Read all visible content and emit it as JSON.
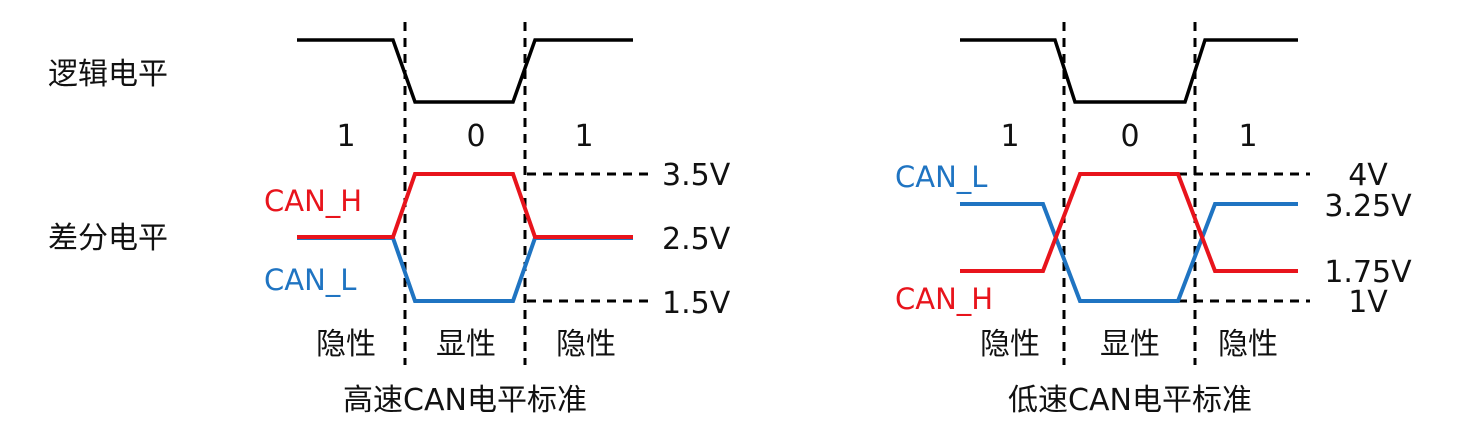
{
  "colors": {
    "logic": "#000000",
    "can_h": "#e8141c",
    "can_l": "#1f74c2",
    "guide": "#000000"
  },
  "row_labels": {
    "logic": "逻辑电平",
    "differential": "差分电平"
  },
  "high_speed": {
    "caption": "高速CAN电平标准",
    "bits": [
      "1",
      "0",
      "1"
    ],
    "states": [
      "隐性",
      "显性",
      "隐性"
    ],
    "can_h_label": "CAN_H",
    "can_l_label": "CAN_L",
    "voltages": [
      "3.5V",
      "2.5V",
      "1.5V"
    ]
  },
  "low_speed": {
    "caption": "低速CAN电平标准",
    "bits": [
      "1",
      "0",
      "1"
    ],
    "states": [
      "隐性",
      "显性",
      "隐性"
    ],
    "can_h_label": "CAN_H",
    "can_l_label": "CAN_L",
    "voltages": [
      "4V",
      "3.25V",
      "1.75V",
      "1V"
    ]
  }
}
